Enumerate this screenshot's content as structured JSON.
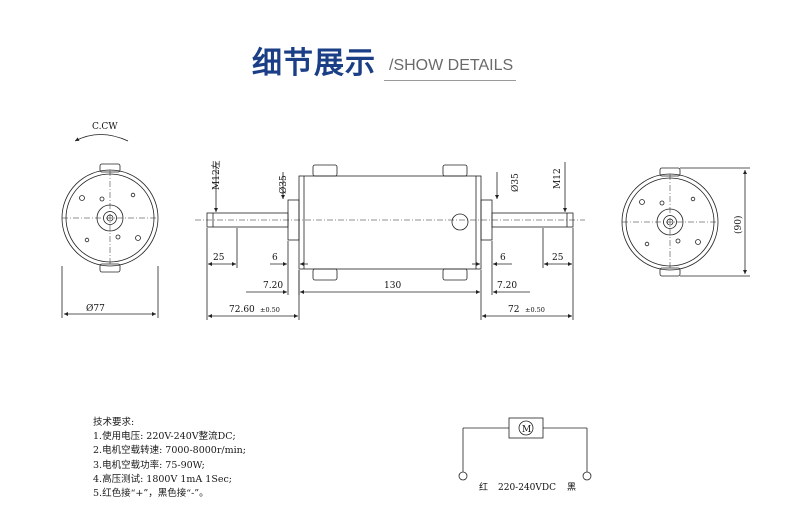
{
  "header": {
    "title_zh": "细节展示",
    "title_en": "/SHOW DETAILS"
  },
  "drawing": {
    "rotation_label": "C.CW",
    "thread_left": "M12左",
    "thread_right": "M12",
    "dia_left": "Ø35",
    "dia_right": "Ø35",
    "left_shaft": "25",
    "left_flange": "6",
    "right_flange": "6",
    "right_shaft": "25",
    "left_gap": "7.20",
    "body_length": "130",
    "right_gap": "7.20",
    "left_total": "72.60",
    "left_tol": "±0.50",
    "right_total": "72",
    "right_tol": "±0.50",
    "diameter": "Ø77",
    "height": "(90)"
  },
  "specs": {
    "heading": "技术要求:",
    "items": [
      "1.使用电压: 220V-240V整流DC;",
      "2.电机空载转速: 7000-8000r/min;",
      "3.电机空载功率: 75-90W;",
      "4.高压测试: 1800V 1mA 1Sec;",
      "5.红色接“+”，黑色接“-”。"
    ]
  },
  "circuit": {
    "motor_label": "M",
    "red": "红",
    "voltage": "220-240VDC",
    "black": "黑"
  }
}
